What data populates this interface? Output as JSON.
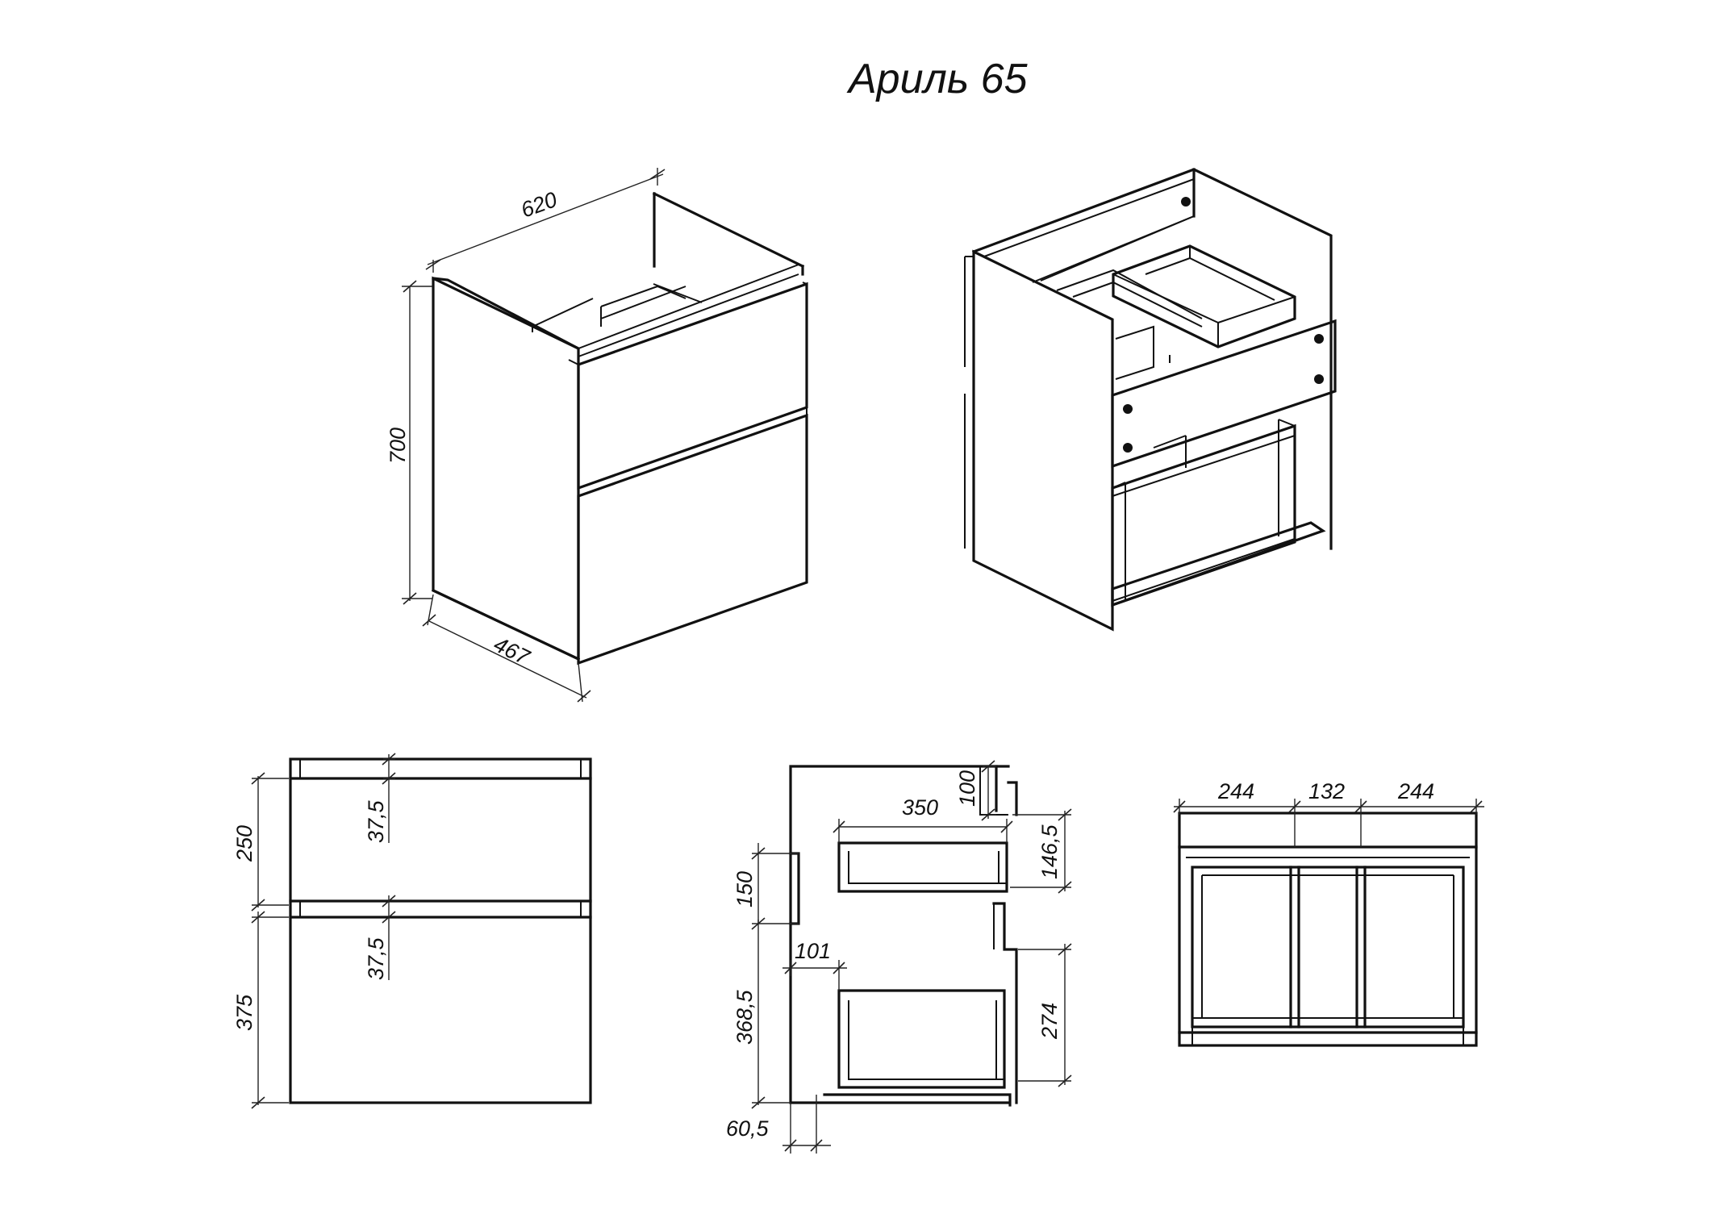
{
  "title": "Ариль 65",
  "views": {
    "iso_front": {
      "width_label": "620",
      "height_label": "700",
      "depth_label": "467"
    },
    "front_elevation": {
      "top_drawer_height": "250",
      "bottom_drawer_height": "375",
      "top_gap": "37,5",
      "middle_gap": "37,5"
    },
    "side_section": {
      "top_offset": "100",
      "drawer_depth": "350",
      "upper_drawer_height": "146,5",
      "handle_height": "150",
      "front_offset": "101",
      "lower_height": "368,5",
      "lower_drawer_height": "274",
      "bottom_offset": "60,5"
    },
    "top_plan": {
      "left_width": "244",
      "middle_width": "132",
      "right_width": "244"
    }
  }
}
